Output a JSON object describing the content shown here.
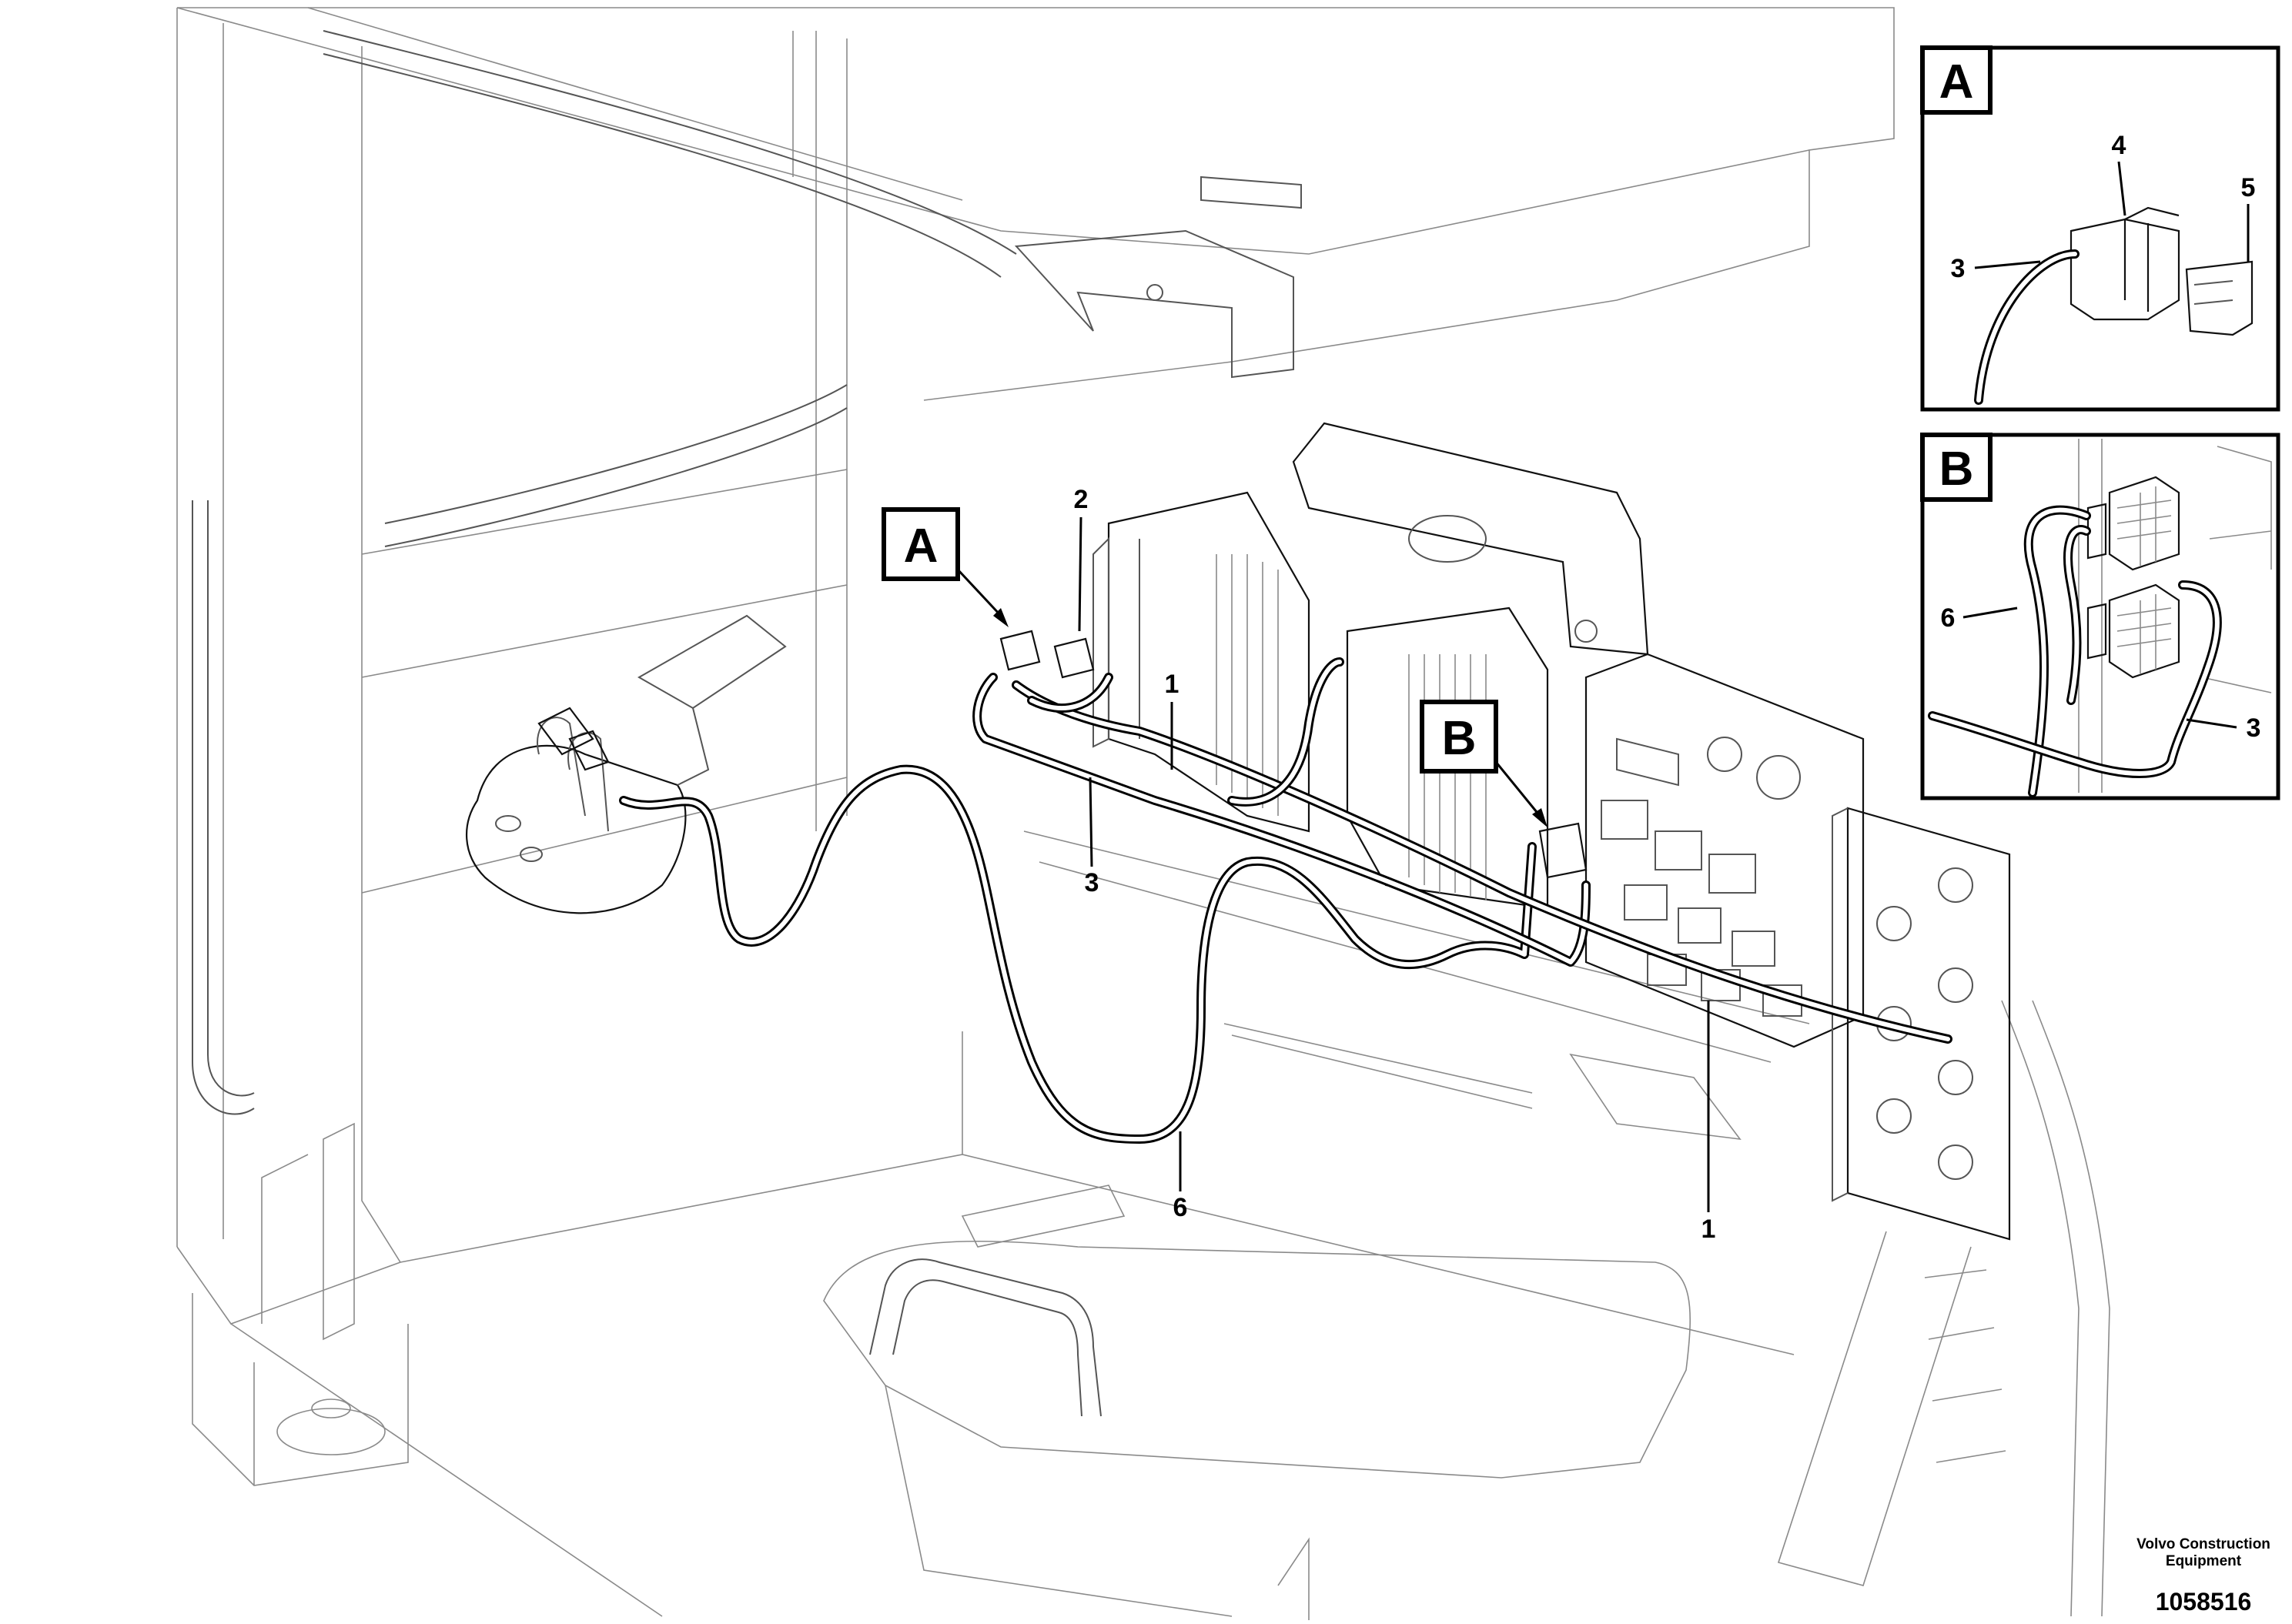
{
  "detail_views": {
    "a": {
      "letter": "A",
      "labels": [
        "4",
        "5",
        "3"
      ]
    },
    "b": {
      "letter": "B",
      "labels": [
        "6",
        "3"
      ]
    }
  },
  "main_view": {
    "callouts": {
      "a": "A",
      "b": "B"
    },
    "part_labels": {
      "p2": "2",
      "p1_upper": "1",
      "p3": "3",
      "p6": "6",
      "p1_lower": "1"
    }
  },
  "footer": {
    "brand": "Volvo Construction Equipment",
    "document_number": "1058516"
  }
}
